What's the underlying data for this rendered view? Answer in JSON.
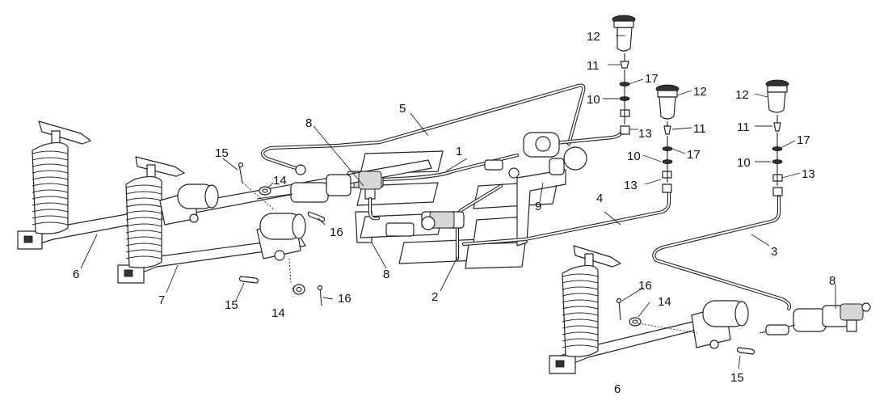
{
  "callouts": {
    "c1": "1",
    "c2": "2",
    "c3": "3",
    "c4": "4",
    "c5": "5",
    "c6a": "6",
    "c6b": "6",
    "c7": "7",
    "c8a": "8",
    "c8b": "8",
    "c8c": "8",
    "c9": "9",
    "c10a": "10",
    "c10b": "10",
    "c10c": "10",
    "c11a": "11",
    "c11b": "11",
    "c11c": "11",
    "c12a": "12",
    "c12b": "12",
    "c12c": "12",
    "c13a": "13",
    "c13b": "13",
    "c13c": "13",
    "c14a": "14",
    "c14b": "14",
    "c14c": "14",
    "c15a": "15",
    "c15b": "15",
    "c15c": "15",
    "c16a": "16",
    "c16b": "16",
    "c16c": "16",
    "c17a": "17",
    "c17b": "17",
    "c17c": "17"
  }
}
